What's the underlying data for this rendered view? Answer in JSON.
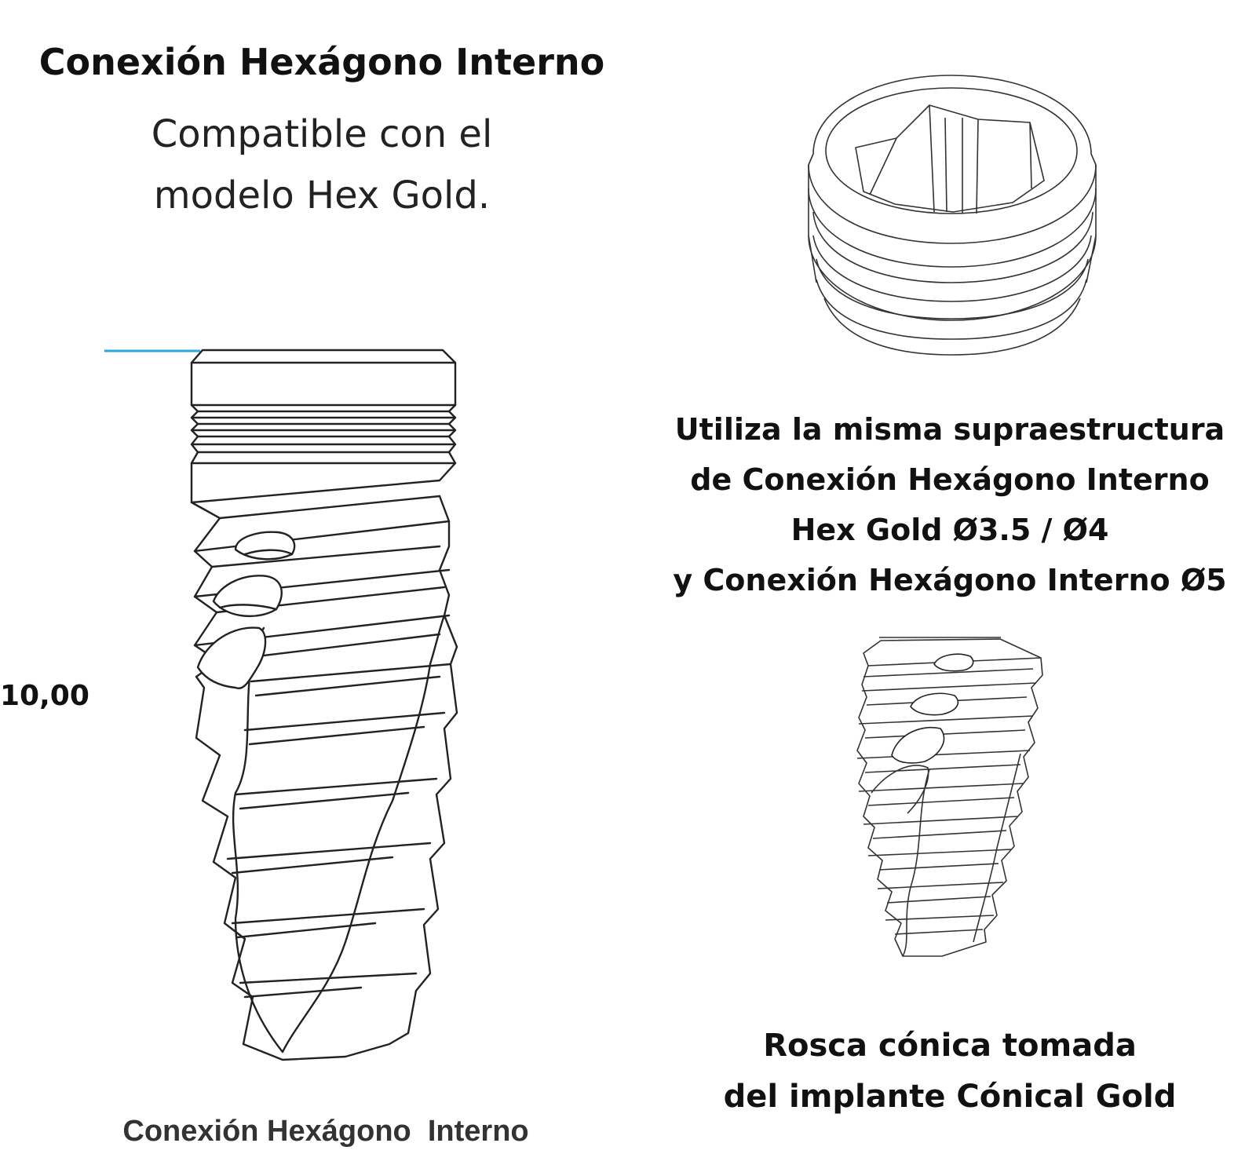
{
  "title": "Conexión Hexágono Interno",
  "subtitle": {
    "line1": "Compatible con el",
    "line2": "modelo Hex Gold."
  },
  "dimension_label": "10,00",
  "caption_left": "Conexión Hexágono  Interno",
  "info": {
    "line1": "Utiliza la misma supraestructura",
    "line2": "de Conexión Hexágono Interno",
    "line3": "Hex Gold Ø3.5 / Ø4",
    "line4": "y Conexión Hexágono Interno Ø5"
  },
  "caption_right": {
    "line1": "Rosca cónica tomada",
    "line2": "del implante Cónical Gold"
  },
  "colors": {
    "dimension_line": "#29a8e0",
    "outline": "#222222"
  }
}
